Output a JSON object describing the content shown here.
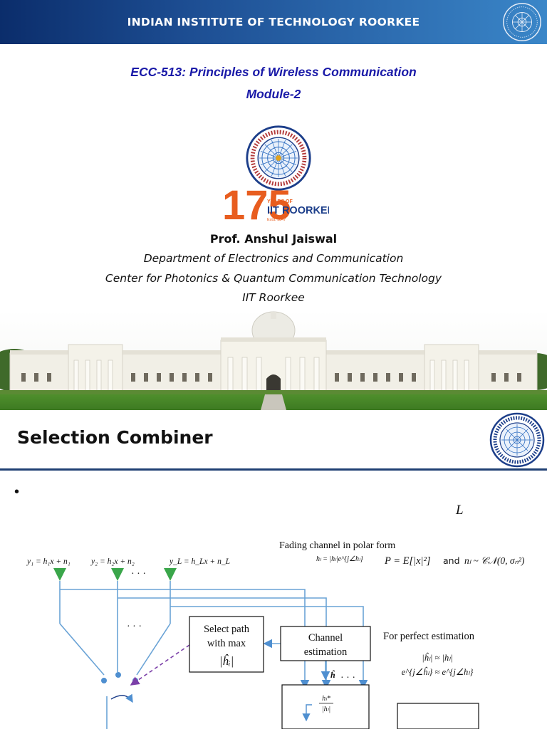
{
  "slide1": {
    "banner_title": "INDIAN INSTITUTE OF TECHNOLOGY ROORKEE",
    "course_title": "ECC-513: Principles of Wireless Communication",
    "module": "Module-2",
    "logo": {
      "number": "175",
      "years_of": "YEARS OF",
      "name": "IIT ROORKEE",
      "estd": "Estd. 1847"
    },
    "professor": "Prof. Anshul Jaiswal",
    "department": "Department of Electronics and Communication",
    "center": "Center for Photonics & Quantum Communication Technology",
    "institute": "IIT Roorkee"
  },
  "slide2": {
    "title": "Selection Combiner",
    "bullet": "•",
    "number_of_branches": "L",
    "diagram": {
      "rx1": "y₁ = h₁x + n₁",
      "rx2": "y₂ = h₂x + n₂",
      "rxL": "y_L = h_Lx + n_L",
      "dots": "· · ·",
      "polar_caption": "Fading channel in polar form",
      "polar_eq": "hₗ = |hₗ|e^{j∠hₗ}",
      "power_eq": "P = E[|x|²]",
      "and": "and",
      "noise_eq": "nₗ ~ 𝒞𝒩(0, σₙ²)",
      "select_line1": "Select path",
      "select_line2": "with max",
      "select_line3": "|ĥᵢ|",
      "chan_line1": "Channel",
      "chan_line2": "estimation",
      "hhat": "ĥ",
      "perfect_caption": "For perfect estimation",
      "perfect_eq1": "|ĥₗ| ≈ |hₗ|",
      "perfect_eq2": "e^{j∠ĥₗ} ≈ e^{j∠hₗ}",
      "conj_num": "hₗ*",
      "conj_den": "|hₗ|"
    }
  },
  "colors": {
    "banner_dark": "#0b2d6b",
    "banner_light": "#3a86c8",
    "course_text": "#1a1aa8",
    "diagram_line": "#6aa3d6",
    "antenna": "#3aa64a",
    "dashed_arrow": "#7b3fa8",
    "rule": "#1f3f73"
  }
}
